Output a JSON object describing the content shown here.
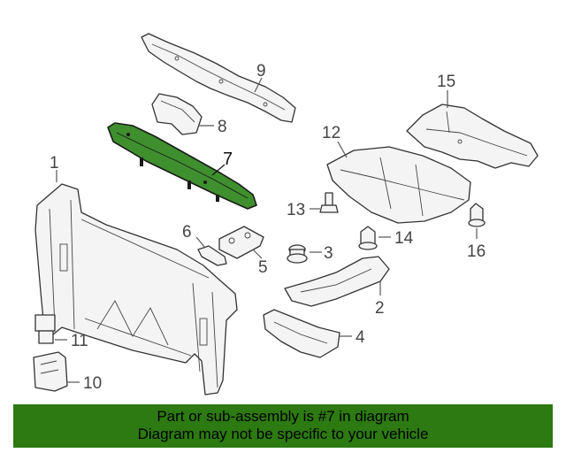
{
  "callouts": {
    "c1": "1",
    "c2": "2",
    "c3": "3",
    "c4": "4",
    "c5": "5",
    "c6": "6",
    "c7": "7",
    "c8": "8",
    "c9": "9",
    "c10": "10",
    "c11": "11",
    "c12": "12",
    "c13": "13",
    "c14": "14",
    "c15": "15",
    "c16": "16"
  },
  "highlight_color": "#3f8f2e",
  "banner": {
    "background": "#2c7a11",
    "line1": "Part or sub-assembly is #7 in diagram",
    "line2": "Diagram may not be specific to your vehicle"
  }
}
